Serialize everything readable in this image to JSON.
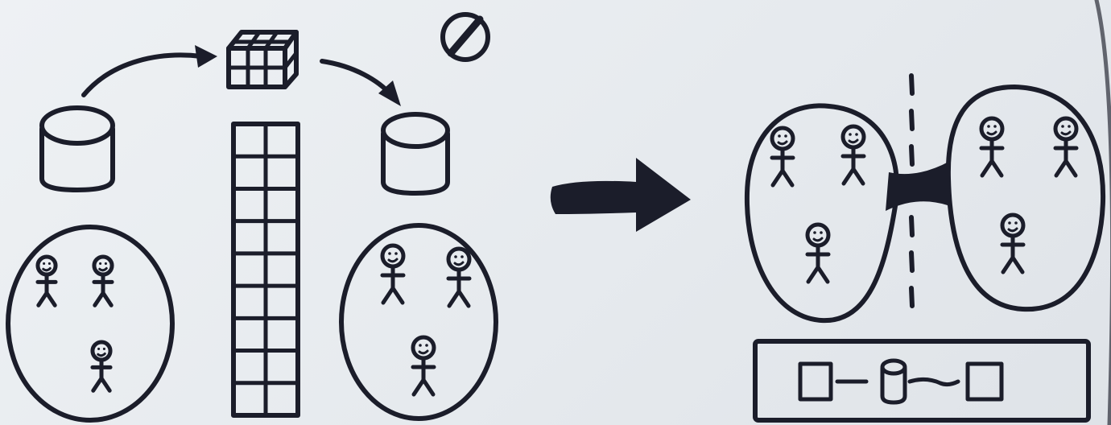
{
  "colors": {
    "ink": "#1b1d2a",
    "paper": "#e8ecf0"
  },
  "left_process": {
    "source_database": {
      "icon": "database-cylinder-icon"
    },
    "transform_cube": {
      "icon": "grid-cube-icon"
    },
    "forbidden_symbol": {
      "icon": "prohibited-icon"
    },
    "target_database": {
      "icon": "database-cylinder-icon"
    },
    "tall_grid_columns": 2,
    "tall_grid_rows": 9,
    "group_one_people": 3,
    "group_two_people": 3
  },
  "transition_arrow": {
    "icon": "big-right-arrow-icon"
  },
  "right_outcome": {
    "left_group_people": 3,
    "right_group_people": 3,
    "divider": "dashed-boundary-line",
    "connector": "bridge-connector",
    "pipeline_box": {
      "items": [
        "box-icon",
        "database-icon",
        "box-icon"
      ]
    }
  }
}
